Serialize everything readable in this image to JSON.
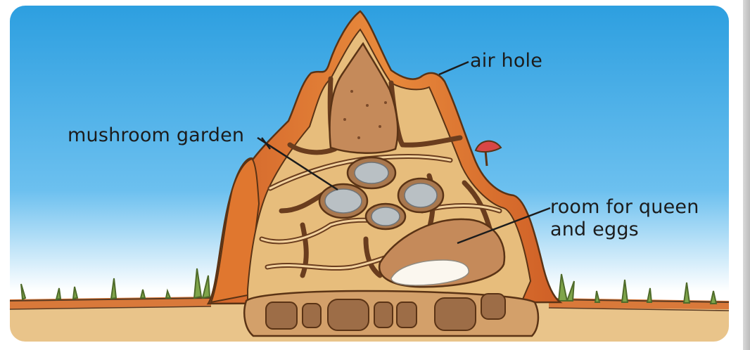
{
  "labels": {
    "air_hole": "air hole",
    "mushroom_garden": "mushroom garden",
    "room_line1": "room for queen",
    "room_line2": "and eggs"
  },
  "colors": {
    "sky_top": "#2d9fe0",
    "sky_bottom": "#ffffff",
    "ground": "#e9c48a",
    "mound_outer": "#d9702a",
    "tunnel": "#e7bd7c",
    "chamber": "#a9784e",
    "mushroom": "#b9c0c4",
    "eggs": "#fbf7ef"
  }
}
